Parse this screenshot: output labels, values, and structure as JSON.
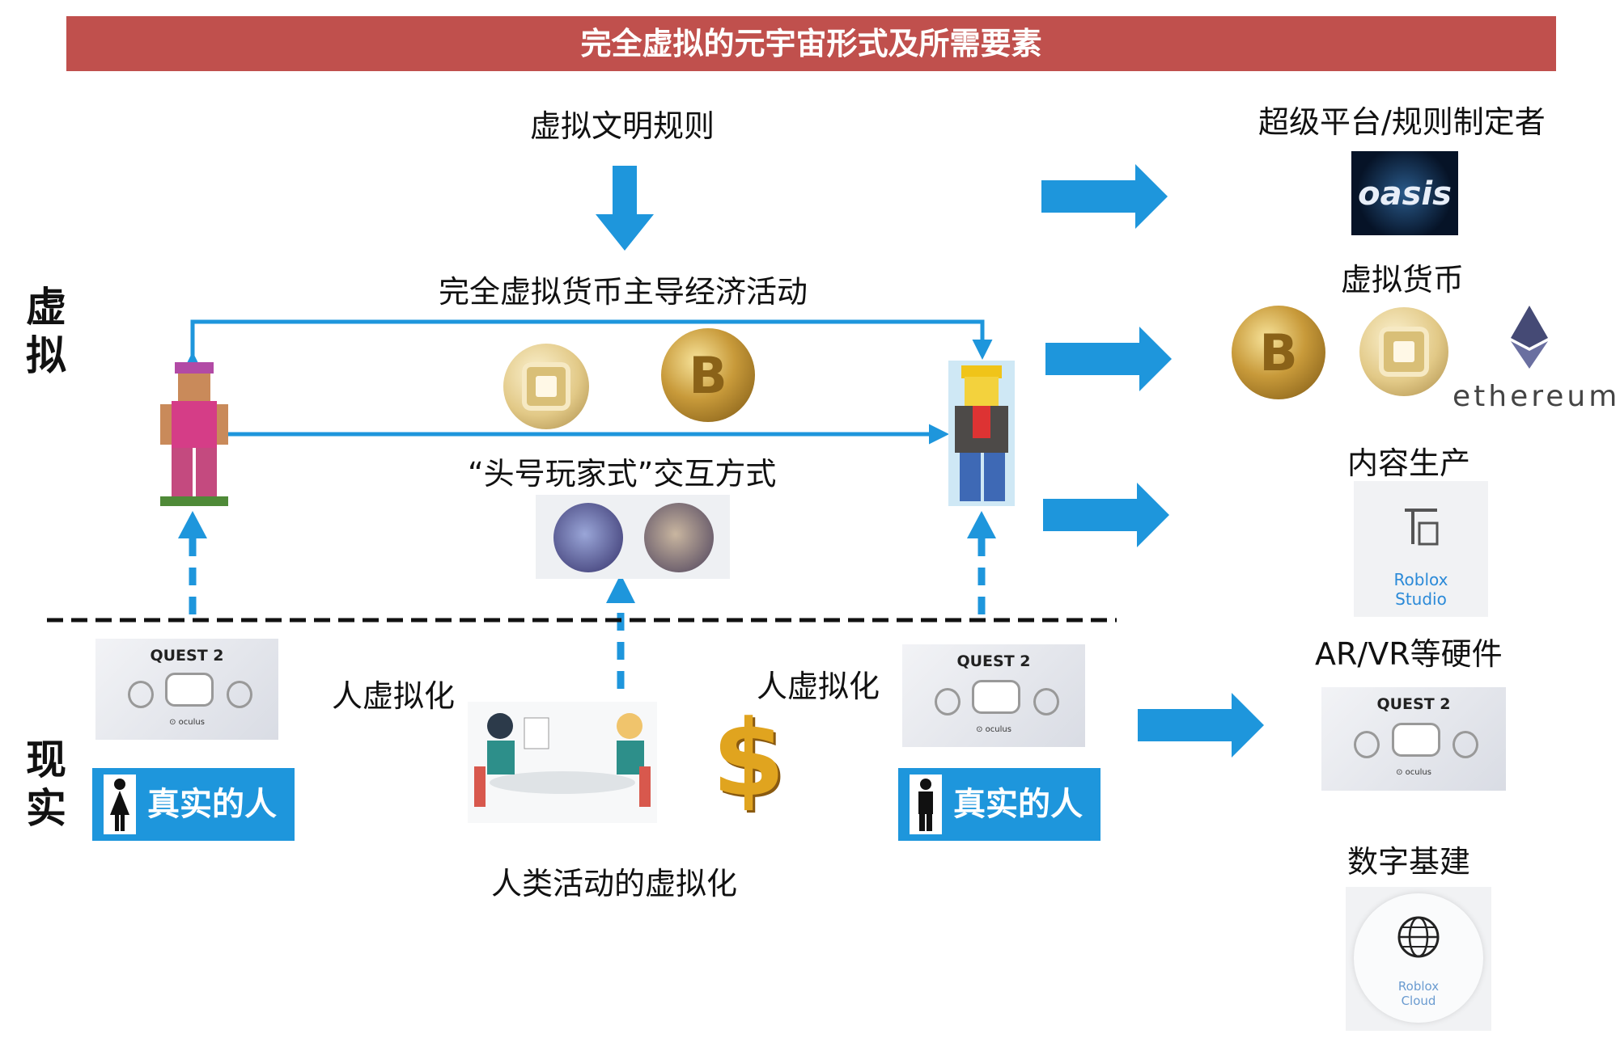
{
  "title": "完全虚拟的元宇宙形式及所需要素",
  "side_labels": {
    "virtual": [
      "虚",
      "拟"
    ],
    "reality": [
      "现",
      "实"
    ]
  },
  "labels": {
    "rules": "虚拟文明规则",
    "economy": "完全虚拟货币主导经济活动",
    "interaction": "“头号玩家式”交互方式",
    "virtualize_left": "人虚拟化",
    "virtualize_right": "人虚拟化",
    "human_activity": "人类活动的虚拟化",
    "real_person": "真实的人"
  },
  "right_panel": {
    "platform": "超级平台/规则制定者",
    "currency": "虚拟货币",
    "content": "内容生产",
    "hardware": "AR/VR等硬件",
    "infra": "数字基建"
  },
  "logos": {
    "oasis": "oasis",
    "ethereum": "ethereum",
    "roblox_studio": [
      "Roblox",
      "Studio"
    ],
    "roblox_cloud": [
      "Roblox",
      "Cloud"
    ],
    "quest": "QUEST 2",
    "oculus": "⊙ oculus"
  },
  "colors": {
    "banner": "#c0504d",
    "arrow": "#1e96dc",
    "badge": "#1e96dc"
  },
  "icons": [
    "bitcoin-coin-icon",
    "robux-coin-icon",
    "ethereum-icon",
    "crane-icon",
    "globe-icon",
    "woman-icon",
    "man-icon",
    "dollar-icon"
  ]
}
